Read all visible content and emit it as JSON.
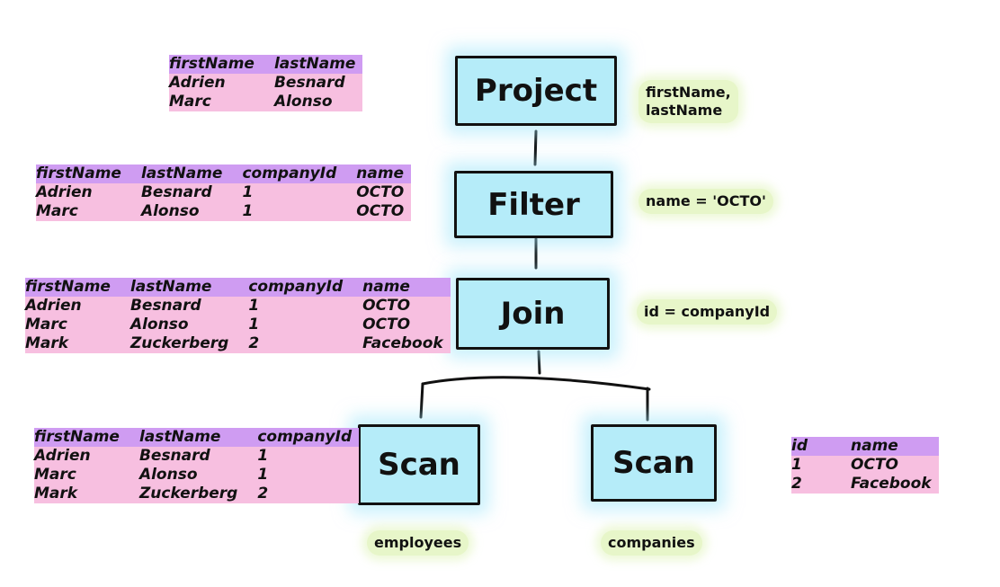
{
  "nodes": {
    "project": "Project",
    "filter": "Filter",
    "join": "Join",
    "scan_employees": "Scan",
    "scan_companies": "Scan"
  },
  "notes": {
    "project_line1": "firstName,",
    "project_line2": "lastName",
    "filter": "name = 'OCTO'",
    "join": "id = companyId",
    "employees": "employees",
    "companies": "companies"
  },
  "tables": {
    "project_out": {
      "columns": [
        "firstName",
        "lastName"
      ],
      "rows": [
        [
          "Adrien",
          "Besnard"
        ],
        [
          "Marc",
          "Alonso"
        ]
      ]
    },
    "filter_out": {
      "columns": [
        "firstName",
        "lastName",
        "companyId",
        "name"
      ],
      "rows": [
        [
          "Adrien",
          "Besnard",
          "1",
          "OCTO"
        ],
        [
          "Marc",
          "Alonso",
          "1",
          "OCTO"
        ]
      ]
    },
    "join_out": {
      "columns": [
        "firstName",
        "lastName",
        "companyId",
        "name"
      ],
      "rows": [
        [
          "Adrien",
          "Besnard",
          "1",
          "OCTO"
        ],
        [
          "Marc",
          "Alonso",
          "1",
          "OCTO"
        ],
        [
          "Mark",
          "Zuckerberg",
          "2",
          "Facebook"
        ]
      ]
    },
    "employees": {
      "columns": [
        "firstName",
        "lastName",
        "companyId"
      ],
      "rows": [
        [
          "Adrien",
          "Besnard",
          "1"
        ],
        [
          "Marc",
          "Alonso",
          "1"
        ],
        [
          "Mark",
          "Zuckerberg",
          "2"
        ]
      ]
    },
    "companies": {
      "columns": [
        "id",
        "name"
      ],
      "rows": [
        [
          "1",
          "OCTO"
        ],
        [
          "2",
          "Facebook"
        ]
      ]
    }
  },
  "colors": {
    "node_fill": "#b5ecf9",
    "note_fill": "#e7f6c9",
    "header_highlight": "#cf9cf2",
    "row_highlight": "#f7bfe0"
  }
}
